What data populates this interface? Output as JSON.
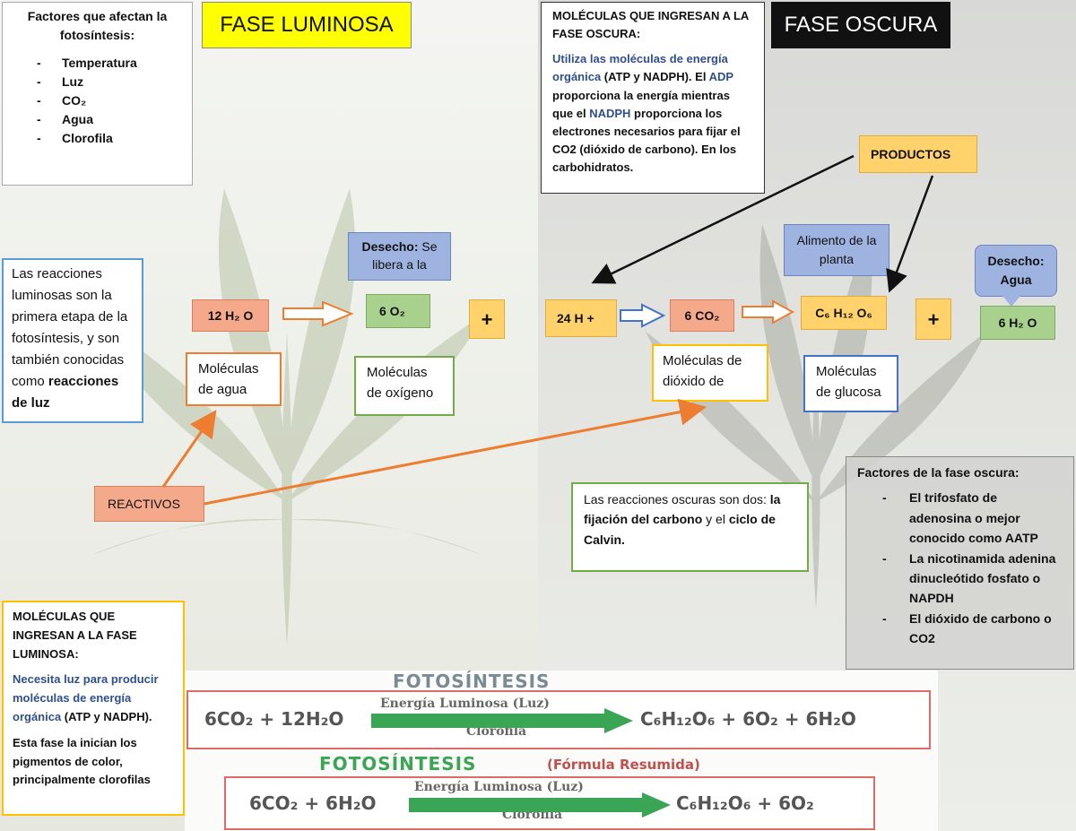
{
  "left_factors": {
    "title": "Factores que afectan la fotosíntesis:",
    "items": [
      "Temperatura",
      "Luz",
      "CO₂",
      "Agua",
      "Clorofila"
    ]
  },
  "phase_light_title": "FASE LUMINOSA",
  "phase_dark_title": "FASE OSCURA",
  "dark_molecules": {
    "title": "MOLÉCULAS QUE INGRESAN A LA FASE OSCURA:",
    "highlight": "Utiliza las moléculas de energía orgánica",
    "text1": " (ATP y NADPH). El ",
    "adp": "ADP",
    "text2": " proporciona la energía mientras que el ",
    "nadph": "NADPH",
    "text3": " proporciona los electrones necesarios para fijar el CO2 (dióxido de carbono). En los carbohidratos."
  },
  "products_label": "PRODUCTOS",
  "food_label": "Alimento de la planta",
  "waste_water": "Desecho: Agua",
  "waste_light_label": "Desecho:",
  "waste_light_text": " Se libera a la",
  "light_intro": {
    "text": "Las reacciones luminosas son la primera etapa de la fotosíntesis, y son también conocidas como ",
    "bold": "reacciones de luz"
  },
  "molecules": {
    "water": "12 H₂ O",
    "oxygen": "6 O₂",
    "hydrogen": "24 H +",
    "co2": "6 CO₂",
    "glucose": "C₆ H₁₂ O₆",
    "water_out": "6 H₂ O",
    "plus": "+"
  },
  "labels": {
    "water": "Moléculas de agua",
    "oxygen": "Moléculas de oxígeno",
    "co2": "Moléculas de dióxido de",
    "glucose": "Moléculas de glucosa"
  },
  "reactives": "REACTIVOS",
  "dark_reactions": {
    "text": "Las reacciones oscuras son dos: ",
    "bold1": "la fijación del carbono",
    "mid": " y el ",
    "bold2": "ciclo de Calvin."
  },
  "dark_factors": {
    "title": "Factores de la fase oscura:",
    "items": [
      "El trifosfato de adenosina o mejor conocido como AATP",
      "La nicotinamida adenina dinucleótido fosfato o NAPDH",
      "El dióxido de carbono o CO2"
    ]
  },
  "light_molecules": {
    "title": "MOLÉCULAS QUE INGRESAN A LA FASE LUMINOSA:",
    "highlight": "Necesita luz para producir moléculas de energía orgánica",
    "text1": " (ATP y NADPH).",
    "text2": "Esta fase la inician los pigmentos de color, principalmente clorofilas"
  },
  "equations": {
    "title1": "FOTOSÍNTESIS",
    "title2": "FOTOSÍNTESIS",
    "title2_sub": "(Fórmula Resumida)",
    "energy": "Energía Luminosa (Luz)",
    "chlorophyll": "Clorofila",
    "eq1_left": "6CO₂ + 12H₂O",
    "eq1_right": "C₆H₁₂O₆ + 6O₂ + 6H₂O",
    "eq2_left": "6CO₂ + 6H₂O",
    "eq2_right": "C₆H₁₂O₆ + 6O₂"
  },
  "colors": {
    "salmon": "#f4a98a",
    "green": "#a9d18e",
    "yellow": "#ffd26b",
    "lavender": "#9fb3e0",
    "orange_arrow": "#ed7d31",
    "blue_arrow": "#4472c4",
    "eq_arrow": "#3aa655",
    "eq_border": "#e06a6a"
  }
}
